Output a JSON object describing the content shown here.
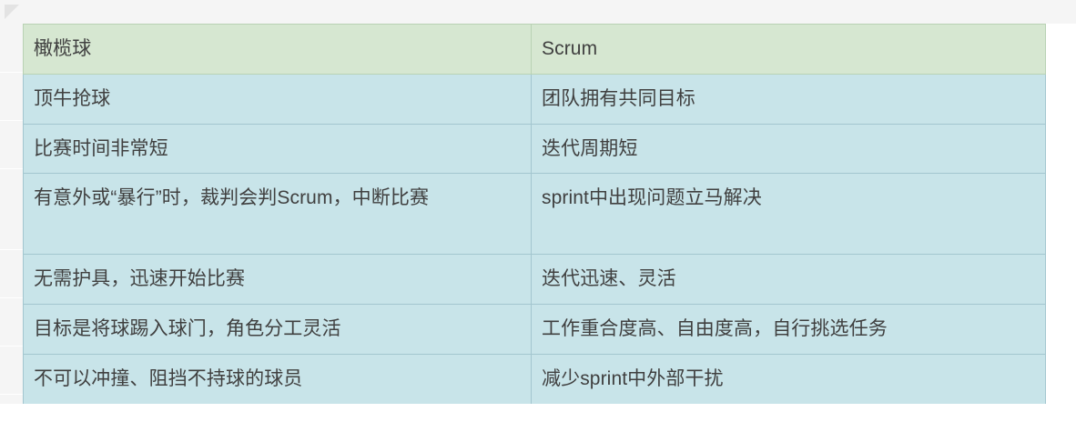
{
  "document": {
    "corner_handle_icon": "table-corner-handle-icon",
    "colors": {
      "header_fill": "#d6e7d1",
      "body_fill": "#c8e4e9",
      "border": "#a3c6cf",
      "header_border": "#b9d2b4",
      "text": "#404040",
      "gutter": "#f5f5f5",
      "page": "#ffffff"
    }
  },
  "table": {
    "headers": [
      "橄榄球",
      "Scrum"
    ],
    "rows": [
      [
        "顶牛抢球",
        "团队拥有共同目标"
      ],
      [
        "比赛时间非常短",
        "迭代周期短"
      ],
      [
        "有意外或“暴行”时，裁判会判Scrum，中断比赛",
        "sprint中出现问题立马解决"
      ],
      [
        "无需护具，迅速开始比赛",
        "迭代迅速、灵活"
      ],
      [
        "目标是将球踢入球门，角色分工灵活",
        "工作重合度高、自由度高，自行挑选任务"
      ],
      [
        "不可以冲撞、阻挡不持球的球员",
        "减少sprint中外部干扰"
      ]
    ]
  }
}
